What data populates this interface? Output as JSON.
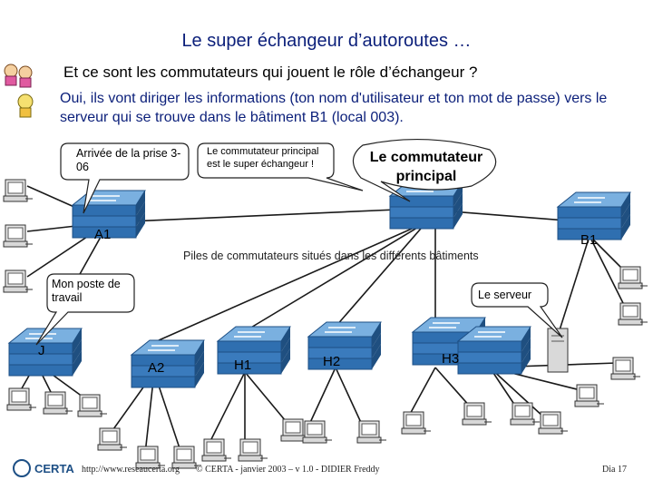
{
  "slide": {
    "title": "Le super échangeur d’autoroutes …",
    "line_question": "Et ce sont les commutateurs qui jouent le rôle d’échangeur ?",
    "line_answer": "Oui, ils vont diriger les informations (ton nom d'utilisateur et ton mot de passe) vers le serveur qui se trouve dans le bâtiment B1 (local 003)."
  },
  "callouts": {
    "arrivee": "Arrivée de la prise 3-06",
    "principal_small": "Le commutateur principal est le super échangeur !",
    "principal_big": "Le commutateur principal",
    "poste": "Mon poste de travail",
    "serveur": "Le serveur"
  },
  "labels": {
    "a1": "A1",
    "b1": "B1",
    "j": "J",
    "a2": "A2",
    "h1": "H1",
    "h2": "H2",
    "h3": "H3",
    "piles": "Piles de commutateurs situés dans les différents bâtiments"
  },
  "footer": {
    "logo": "CERTA",
    "url": "http://www.reseaucerta.org",
    "credit": "© CERTA - janvier 2003 – v 1.0 - DIDIER Freddy",
    "slide_no": "Dia 17"
  },
  "colors": {
    "title": "#0b1f7a",
    "switch_top": "#2f6fb0",
    "switch_side": "#3f86c8",
    "line": "#1a1a1a"
  }
}
